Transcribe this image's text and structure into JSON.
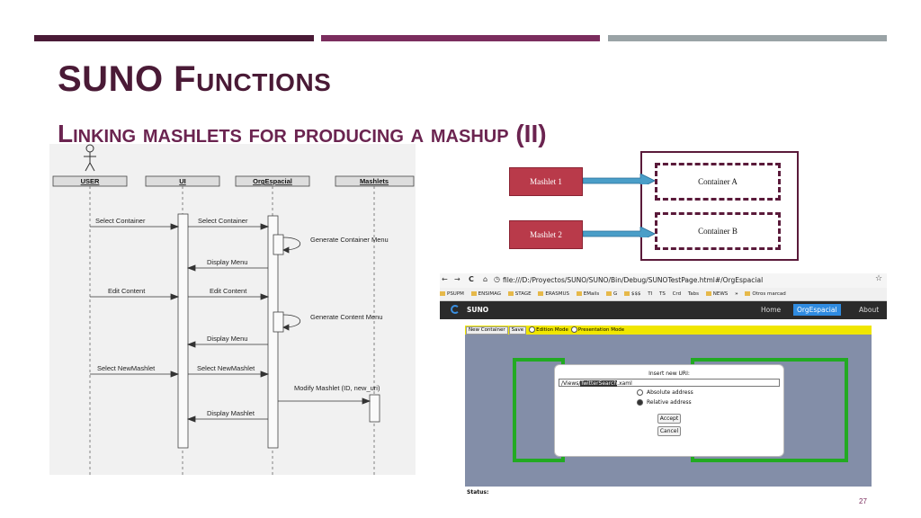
{
  "slide": {
    "title": "SUNO Functions",
    "subtitle": "Linking mashlets for producing a mashup (II)",
    "page_number": "27"
  },
  "sequence_diagram": {
    "lifelines": [
      "USER",
      "UI",
      "OrgEspacial",
      "Mashlets"
    ],
    "messages": [
      {
        "label": "Select Container"
      },
      {
        "label": "Select Container"
      },
      {
        "label": "Generate Container Menu"
      },
      {
        "label": "Display Menu"
      },
      {
        "label": "Edit Content"
      },
      {
        "label": "Edit Content"
      },
      {
        "label": "Generate Content Menu"
      },
      {
        "label": "Display Menu"
      },
      {
        "label": "Select NewMashlet"
      },
      {
        "label": "Select NewMashlet"
      },
      {
        "label": "Modify Mashlet (ID, new_uri)"
      },
      {
        "label": "Display Mashlet"
      }
    ]
  },
  "mashlet_diagram": {
    "mashlet1": "Mashlet 1",
    "mashlet2": "Mashlet 2",
    "containerA": "Container A",
    "containerB": "Container B"
  },
  "browser": {
    "url": "file:///D:/Proyectos/SUNO/SUNO/Bin/Debug/SUNOTestPage.html#/OrgEspacial",
    "bookmarks": [
      "PSUPM",
      "ENSIMAG",
      "STAGE",
      "ERASMUS",
      "EMails",
      "G",
      "$$$",
      "TI",
      "TS",
      "Crd",
      "Tabs",
      "NEWS",
      "»",
      "Otros marcad"
    ],
    "app_name": "SUNO",
    "nav": {
      "home": "Home",
      "active": "OrgEspacial",
      "about": "About"
    },
    "toolbar": {
      "new_container": "New Container",
      "save": "Save",
      "edition_mode": "Edition Mode",
      "presentation_mode": "Presentation Mode"
    },
    "dialog": {
      "title": "Insert new URI:",
      "uri_prefix": "/Views/",
      "uri_selected": "TwitterSearch",
      "uri_suffix": ".xaml",
      "option_absolute": "Absolute address",
      "option_relative": "Relative address",
      "accept": "Accept",
      "cancel": "Cancel"
    },
    "status": "Status:"
  },
  "colors": {
    "title": "#4a1a36",
    "subtitle": "#6b2450",
    "mashlet": "#b93a4a",
    "arrow": "#4a9ec8",
    "green": "#22aa22",
    "toolbar": "#f0e600"
  }
}
